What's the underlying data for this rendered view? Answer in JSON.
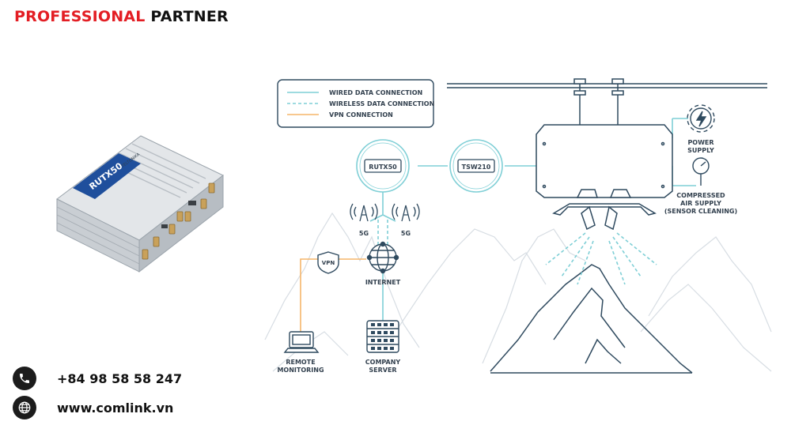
{
  "brand": {
    "word1": "PROFESSIONAL",
    "word2": "PARTNER",
    "accent_color": "#e31e24"
  },
  "contact": {
    "phone": {
      "icon": "phone-icon",
      "text": "+84 98 58 58 247"
    },
    "web": {
      "icon": "globe-icon",
      "text": "www.comlink.vn"
    }
  },
  "router": {
    "model_label": "RUTX50",
    "maker_label": "TELTONIKA"
  },
  "legend": {
    "wired": "WIRED DATA CONNECTION",
    "wireless": "WIRELESS DATA CONNECTION",
    "vpn": "VPN CONNECTION"
  },
  "colors": {
    "wired": "#7fcfd6",
    "vpn": "#f5b56a",
    "line_art": "#2f4a5f",
    "mountains": "#d7dde3"
  },
  "diagram": {
    "node_rutx50": "RUTX50",
    "node_tsw210": "TSW210",
    "antenna_left": "5G",
    "antenna_right": "5G",
    "vpn_badge": "VPN",
    "internet": "INTERNET",
    "remote_line1": "REMOTE",
    "remote_line2": "MONITORING",
    "server_line1": "COMPANY",
    "server_line2": "SERVER",
    "power_line1": "POWER",
    "power_line2": "SUPPLY",
    "air_line1": "COMPRESSED",
    "air_line2": "AIR SUPPLY",
    "air_line3": "(SENSOR CLEANING)"
  }
}
